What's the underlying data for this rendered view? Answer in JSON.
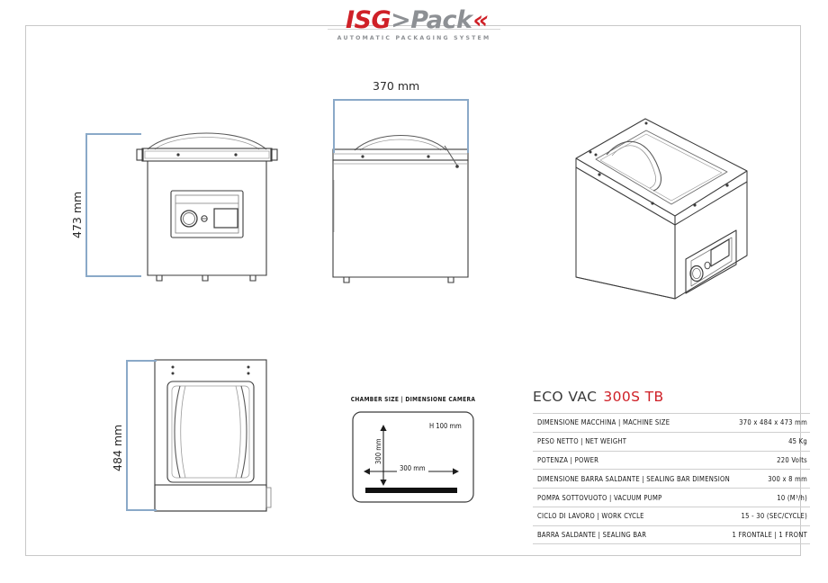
{
  "logo": {
    "part_red": "ISG",
    "part_arrow": ">",
    "part_gray": "Pack",
    "chevrons": "«",
    "tagline": "AUTOMATIC PACKAGING SYSTEM",
    "color_red": "#cf2027",
    "color_gray": "#8d9094"
  },
  "views": {
    "front": {
      "name": "front-elevation",
      "height_label": "473 mm"
    },
    "side": {
      "name": "side-elevation",
      "width_label": "370 mm"
    },
    "top": {
      "name": "top-plan",
      "depth_label": "484 mm"
    },
    "iso": {
      "name": "isometric-view"
    }
  },
  "chamber": {
    "title": "CHAMBER SIZE | DIMENSIONE CAMERA",
    "height_label": "H 100 mm",
    "depth_label": "300 mm",
    "width_label": "300 mm"
  },
  "spec": {
    "model_prefix": "ECO VAC",
    "model_code": "300S TB",
    "accent_color": "#cf2027",
    "rows": [
      {
        "label": "DIMENSIONE MACCHINA  | MACHINE SIZE",
        "value": "370 x 484 x 473 mm"
      },
      {
        "label": "PESO NETTO | NET WEIGHT",
        "value": "45 Kg"
      },
      {
        "label": "POTENZA  | POWER",
        "value": "220 Volts"
      },
      {
        "label": "DIMENSIONE BARRA SALDANTE | SEALING BAR DIMENSION",
        "value": "300 x 8 mm"
      },
      {
        "label": "POMPA SOTTOVUOTO | VACUUM PUMP",
        "value": "10 (M³/h)"
      },
      {
        "label": "CICLO DI LAVORO | WORK CYCLE",
        "value": "15 - 30 (SEC/CYCLE)"
      },
      {
        "label": "BARRA SALDANTE | SEALING BAR",
        "value": "1 FRONTALE | 1 FRONT"
      }
    ]
  }
}
